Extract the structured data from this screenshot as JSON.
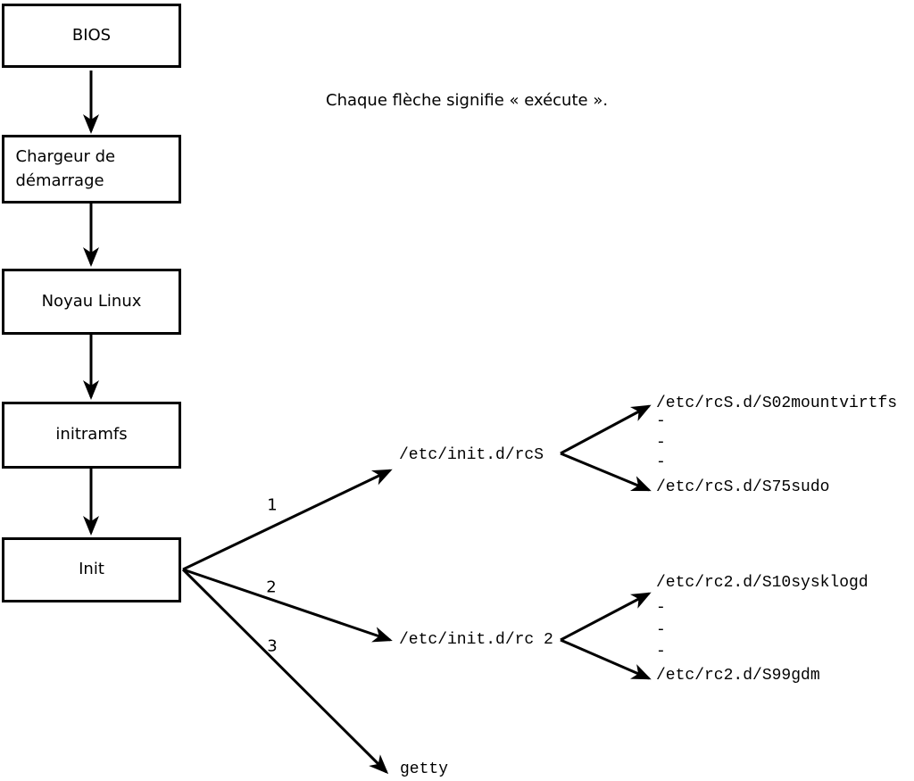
{
  "note": {
    "text": "Chaque flèche signifie « exécute »."
  },
  "boxes": [
    {
      "id": "bios",
      "label": "BIOS"
    },
    {
      "id": "bootloader",
      "label": "Chargeur de démarrage"
    },
    {
      "id": "kernel",
      "label": "Noyau Linux"
    },
    {
      "id": "initramfs",
      "label": "initramfs"
    },
    {
      "id": "init",
      "label": "Init"
    }
  ],
  "branch_labels": [
    "1",
    "2",
    "3"
  ],
  "nodes": {
    "rcS": "/etc/init.d/rcS",
    "rc2": "/etc/init.d/rc 2",
    "getty": "getty"
  },
  "rcS_scripts": {
    "first": "/etc/rcS.d/S02mountvirtfs",
    "dashes": [
      "-",
      "-",
      "-"
    ],
    "last": "/etc/rcS.d/S75sudo"
  },
  "rc2_scripts": {
    "first": "/etc/rc2.d/S10sysklogd",
    "dashes": [
      "-",
      "-",
      "-"
    ],
    "last": "/etc/rc2.d/S99gdm"
  },
  "colors": {
    "line": "#000000",
    "background": "#ffffff"
  }
}
